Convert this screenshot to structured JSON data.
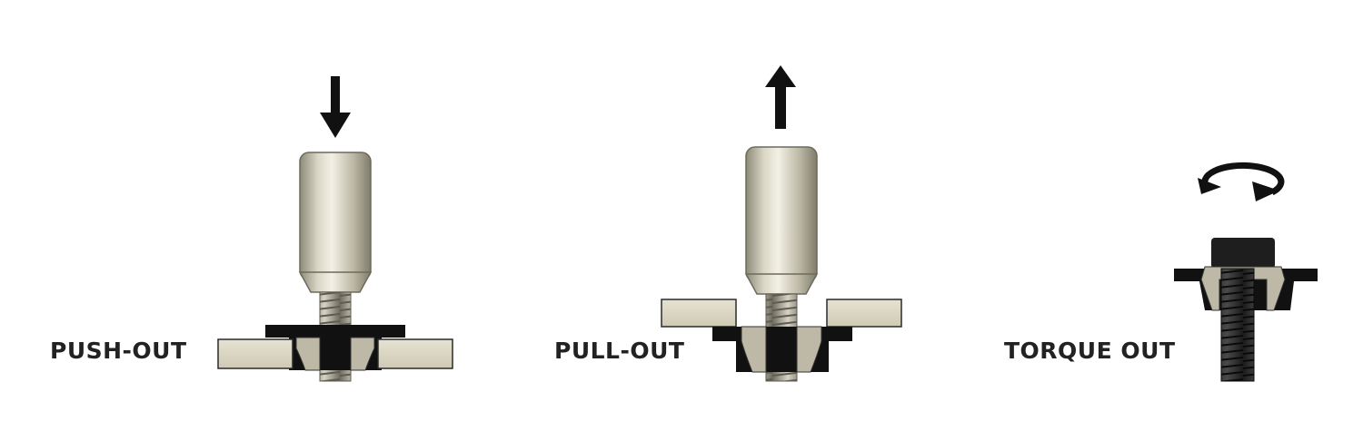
{
  "panels": [
    {
      "id": "push-out",
      "label": "PUSH-OUT",
      "arrow": "down"
    },
    {
      "id": "pull-out",
      "label": "PULL-OUT",
      "arrow": "up"
    },
    {
      "id": "torque-out",
      "label": "TORQUE OUT",
      "arrow": "rotate"
    }
  ],
  "colors": {
    "metal_light": "#ebe9dd",
    "metal_mid": "#c9c6b3",
    "metal_dark": "#8d8a78",
    "plate_fill": "#ddd8c4",
    "plate_stroke": "#2a2a2a",
    "nut_black": "#111111",
    "arrow": "#111111",
    "bolt_dark": "#3a3a3a"
  }
}
